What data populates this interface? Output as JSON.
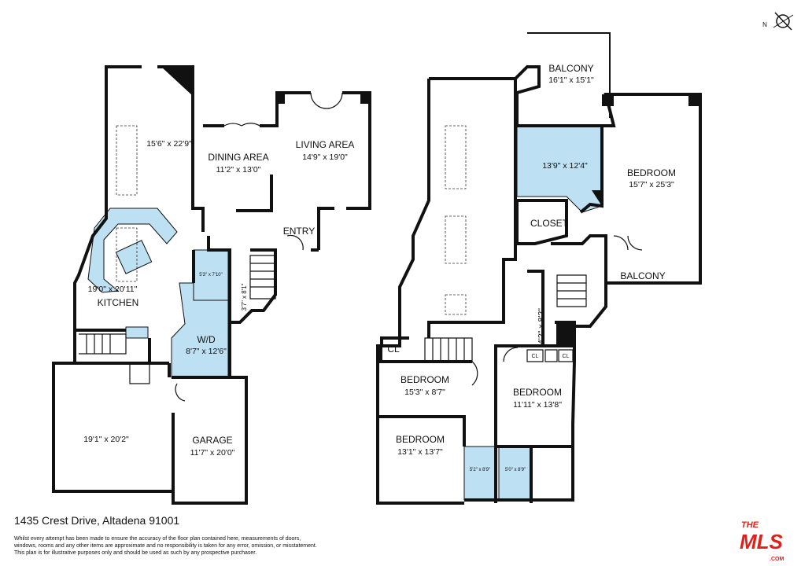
{
  "compass": {
    "label": "N"
  },
  "ground_floor": {
    "family_room": {
      "dimensions": "15'6\" x 22'9\""
    },
    "dining_area": {
      "name": "DINING AREA",
      "dimensions": "11'2\" x 13'0\""
    },
    "living_area": {
      "name": "LIVING AREA",
      "dimensions": "14'9\" x 19'0\""
    },
    "entry": {
      "name": "ENTRY"
    },
    "powder_room": {
      "dimensions": "5'3\" x 7'10\""
    },
    "hall": {
      "dimensions": "3'7\" x 8'1\""
    },
    "kitchen": {
      "name": "KITCHEN",
      "dimensions": "19'0\" x 20'11\""
    },
    "laundry": {
      "name": "W/D",
      "dimensions": "8'7\" x 12'6\""
    },
    "garage_left": {
      "dimensions": "19'1\" x 20'2\""
    },
    "garage": {
      "name": "GARAGE",
      "dimensions": "11'7\" x 20'0\""
    }
  },
  "upper_floor": {
    "balcony_top": {
      "name": "BALCONY",
      "dimensions": "16'1\" x 15'1\""
    },
    "master_bath": {
      "dimensions": "13'9\" x 12'4\""
    },
    "master_bedroom": {
      "name": "BEDROOM",
      "dimensions": "15'7\" x 25'3\""
    },
    "closet": {
      "name": "CLOSET"
    },
    "balcony_side": {
      "name": "BALCONY"
    },
    "hall_closet": {
      "dimensions": "4'2\" x 8'2\""
    },
    "closets": [
      "CL",
      "CL",
      "CL"
    ],
    "bedroom_2": {
      "name": "BEDROOM",
      "dimensions": "15'3\" x 8'7\""
    },
    "bedroom_3": {
      "name": "BEDROOM",
      "dimensions": "11'11\" x 13'8\""
    },
    "bedroom_4": {
      "name": "BEDROOM",
      "dimensions": "13'1\" x 13'7\""
    },
    "bath_1": {
      "dimensions": "5'2\" x 8'9\""
    },
    "bath_2": {
      "dimensions": "5'0\" x 8'9\""
    }
  },
  "footer": {
    "address": "1435 Crest Drive, Altadena 91001",
    "disclaimer": [
      "Whilst every attempt has been made to ensure the accuracy of the floor plan contained here, measurements of doors,",
      "windows, rooms and any other items are approximate and no responsibility is taken for any error, omission, or misstatement.",
      "This plan is for illustrative purposes only and should be used as such by any prospective purchaser."
    ]
  },
  "logo": {
    "line1": "THE",
    "line2": "MLS",
    "line3": ".COM",
    "color": "#e0201b"
  }
}
